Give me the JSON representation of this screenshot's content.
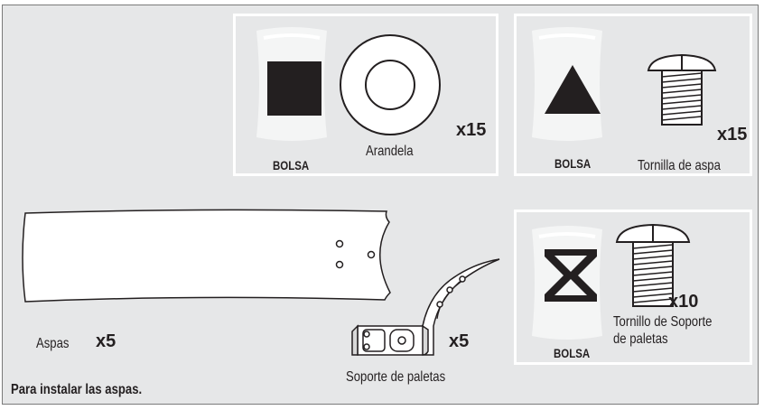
{
  "panels": {
    "washer_kit": {
      "bag_label": "BOLSA",
      "part_label": "Arandela",
      "quantity": "x15"
    },
    "blade_screw_kit": {
      "bag_label": "BOLSA",
      "part_label": "Tornilla de aspa",
      "quantity": "x15"
    },
    "bracket_screw_kit": {
      "bag_label": "BOLSA",
      "part_label_line1": "Tornillo de Soporte",
      "part_label_line2": "de paletas",
      "quantity": "x10"
    }
  },
  "blade": {
    "label": "Aspas",
    "quantity": "x5"
  },
  "bracket": {
    "label": "Soporte de paletas",
    "quantity": "x5"
  },
  "footer": {
    "caption": "Para instalar las aspas."
  },
  "colors": {
    "background": "#e6e7e8",
    "ink": "#231f20",
    "panel_border": "#ffffff"
  }
}
